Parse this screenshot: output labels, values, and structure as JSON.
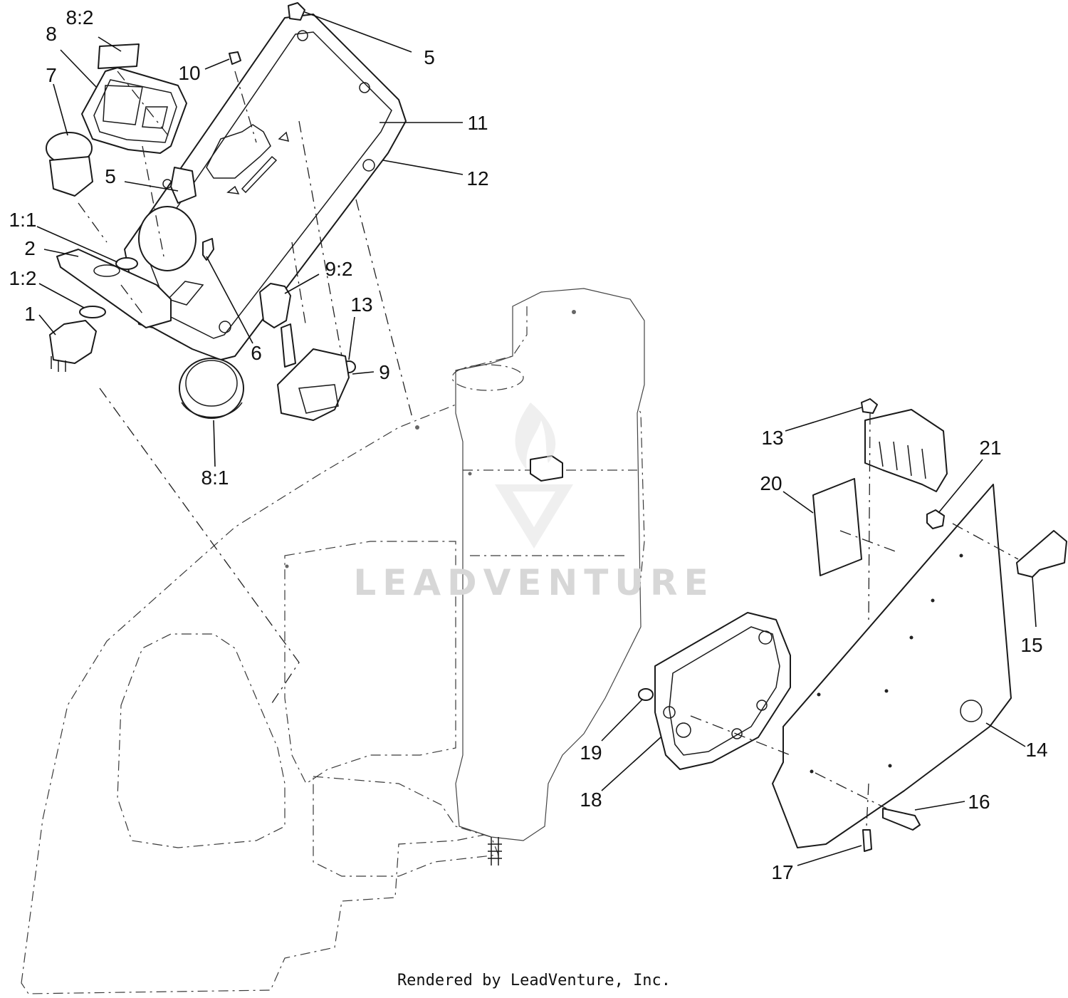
{
  "watermark": {
    "text": "LEADVENTURE"
  },
  "footer": {
    "text": "Rendered by LeadVenture, Inc."
  },
  "callouts": [
    {
      "id": "c-8-2",
      "label": "8:2"
    },
    {
      "id": "c-8",
      "label": "8"
    },
    {
      "id": "c-7",
      "label": "7"
    },
    {
      "id": "c-10",
      "label": "10"
    },
    {
      "id": "c-5-top",
      "label": "5"
    },
    {
      "id": "c-11",
      "label": "11"
    },
    {
      "id": "c-12",
      "label": "12"
    },
    {
      "id": "c-5-mid",
      "label": "5"
    },
    {
      "id": "c-1-1",
      "label": "1:1"
    },
    {
      "id": "c-2",
      "label": "2"
    },
    {
      "id": "c-1-2",
      "label": "1:2"
    },
    {
      "id": "c-1",
      "label": "1"
    },
    {
      "id": "c-6",
      "label": "6"
    },
    {
      "id": "c-9-2",
      "label": "9:2"
    },
    {
      "id": "c-13-a",
      "label": "13"
    },
    {
      "id": "c-9",
      "label": "9"
    },
    {
      "id": "c-8-1",
      "label": "8:1"
    },
    {
      "id": "c-13-b",
      "label": "13"
    },
    {
      "id": "c-20",
      "label": "20"
    },
    {
      "id": "c-21",
      "label": "21"
    },
    {
      "id": "c-15",
      "label": "15"
    },
    {
      "id": "c-14",
      "label": "14"
    },
    {
      "id": "c-19",
      "label": "19"
    },
    {
      "id": "c-18",
      "label": "18"
    },
    {
      "id": "c-16",
      "label": "16"
    },
    {
      "id": "c-17",
      "label": "17"
    }
  ]
}
